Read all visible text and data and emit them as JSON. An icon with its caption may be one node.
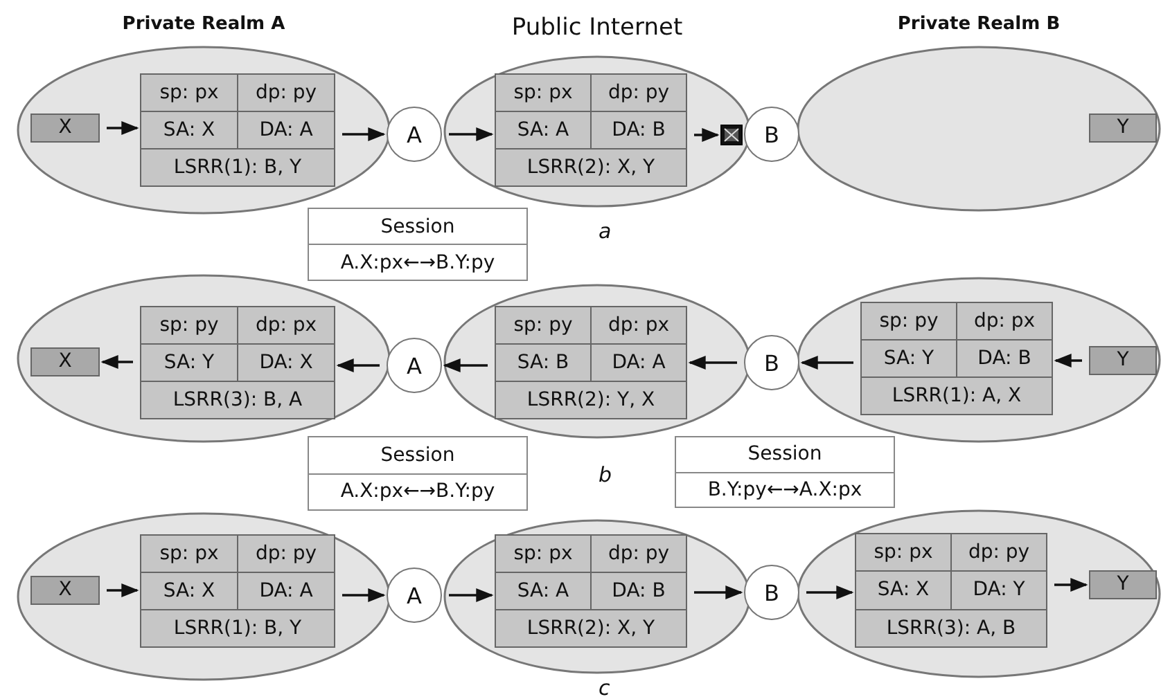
{
  "diagram": {
    "nodes": [
      {
        "text": [
          "Private Realm A"
        ]
      },
      {
        "text": [
          "X"
        ],
        "in": 0
      },
      {
        "text": [
          "sp: px",
          "dp: py",
          "SA: X",
          "DA: A",
          "LSRR(1): B, Y"
        ],
        "in": 0
      },
      {
        "text": [
          "A"
        ]
      },
      {
        "text": [
          "Public Internet"
        ]
      },
      {
        "text": [
          "sp: px",
          "dp: py",
          "SA: A",
          "DA: B",
          "LSRR(2): X, Y"
        ],
        "in": 4
      },
      {
        "text": [],
        "shape": "box",
        "in": 4
      },
      {
        "text": [
          "B"
        ]
      },
      {
        "text": [
          "Private Realm B"
        ]
      },
      {
        "text": [
          "Y"
        ],
        "in": 8
      },
      {
        "text": [
          "Session",
          "A.X:px←→B.Y:py"
        ]
      },
      {
        "text": [],
        "shape": "ellipse"
      },
      {
        "text": [
          "X"
        ],
        "in": 11
      },
      {
        "text": [
          "sp: py",
          "dp: px",
          "SA: Y",
          "DA: X",
          "LSRR(3): B, A"
        ],
        "in": 11
      },
      {
        "text": [
          "A"
        ]
      },
      {
        "text": [],
        "shape": "ellipse"
      },
      {
        "text": [
          "sp: py",
          "dp: px",
          "SA: B",
          "DA: A",
          "LSRR(2): Y, X"
        ],
        "in": 15
      },
      {
        "text": [
          "B"
        ]
      },
      {
        "text": [],
        "shape": "ellipse"
      },
      {
        "text": [
          "sp: py",
          "dp: px",
          "SA: Y",
          "DA: B",
          "LSRR(1): A, X"
        ],
        "in": 18
      },
      {
        "text": [
          "Y"
        ],
        "in": 18
      },
      {
        "text": [
          "Session",
          "A.X:px←→B.Y:py"
        ]
      },
      {
        "text": [
          "Session",
          "B.Y:py←→A.X:px"
        ]
      },
      {
        "text": [],
        "shape": "ellipse"
      },
      {
        "text": [
          "X"
        ],
        "in": 23
      },
      {
        "text": [
          "sp: px",
          "dp: py",
          "SA: X",
          "DA: A",
          "LSRR(1): B, Y"
        ],
        "in": 23
      },
      {
        "text": [
          "A"
        ]
      },
      {
        "text": [],
        "shape": "ellipse"
      },
      {
        "text": [
          "sp: px",
          "dp: py",
          "SA: A",
          "DA: B",
          "LSRR(2): X, Y"
        ],
        "in": 27
      },
      {
        "text": [
          "B"
        ]
      },
      {
        "text": [],
        "shape": "ellipse"
      },
      {
        "text": [
          "sp: px",
          "dp: py",
          "SA: X",
          "DA: Y",
          "LSRR(3): A, B"
        ],
        "in": 30
      },
      {
        "text": [
          "Y"
        ],
        "in": 30
      }
    ],
    "edges": [
      {
        "from": 1,
        "to": 2,
        "arrow": "to"
      },
      {
        "from": 2,
        "to": 3,
        "arrow": "to"
      },
      {
        "from": 3,
        "to": 5,
        "arrow": "to"
      },
      {
        "from": 5,
        "to": 6,
        "arrow": "to"
      },
      {
        "from": 20,
        "to": 19,
        "arrow": "to"
      },
      {
        "from": 19,
        "to": 17,
        "arrow": "to"
      },
      {
        "from": 17,
        "to": 16,
        "arrow": "to"
      },
      {
        "from": 16,
        "to": 14,
        "arrow": "to"
      },
      {
        "from": 14,
        "to": 13,
        "arrow": "to"
      },
      {
        "from": 13,
        "to": 12,
        "arrow": "to"
      },
      {
        "from": 24,
        "to": 25,
        "arrow": "to"
      },
      {
        "from": 25,
        "to": 26,
        "arrow": "to"
      },
      {
        "from": 26,
        "to": 28,
        "arrow": "to"
      },
      {
        "from": 28,
        "to": 29,
        "arrow": "to"
      },
      {
        "from": 29,
        "to": 31,
        "arrow": "to"
      },
      {
        "from": 31,
        "to": 32,
        "arrow": "to"
      }
    ],
    "labels": [
      "a",
      "b",
      "c"
    ]
  }
}
